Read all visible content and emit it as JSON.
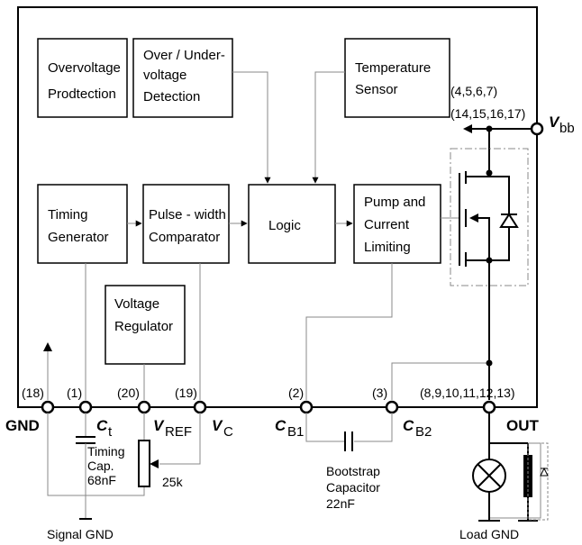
{
  "blocks": {
    "overvoltage": [
      "Overvoltage",
      "Prodtection"
    ],
    "over_under": [
      "Over / Under-",
      "voltage",
      "Detection"
    ],
    "temperature": [
      "Temperature",
      "Sensor"
    ],
    "timing": [
      "Timing",
      "Generator"
    ],
    "pulse": [
      "Pulse - width",
      "Comparator"
    ],
    "logic": "Logic",
    "pump": [
      "Pump and",
      "Current",
      "Limiting"
    ],
    "regulator": [
      "Voltage",
      "Regulator"
    ]
  },
  "pins": {
    "gnd_num": "(18)",
    "ct_num": "(1)",
    "vref_num": "(20)",
    "vc_num": "(19)",
    "cb1_num": "(2)",
    "cb2_num": "(3)",
    "out_num": "(8,9,10,11,12,13)",
    "vbb_num_1": "(4,5,6,7)",
    "vbb_num_2": "(14,15,16,17)"
  },
  "labels": {
    "gnd": "GND",
    "ct": "C",
    "ct_sub": "t",
    "vref": "V",
    "vref_sub": "REF",
    "vc": "V",
    "vc_sub": "C",
    "cb1": "C",
    "cb1_sub": "B1",
    "cb2": "C",
    "cb2_sub": "B2",
    "out": "OUT",
    "vbb": "V",
    "vbb_sub": "bb"
  },
  "components": {
    "timing_cap": [
      "Timing",
      "Cap.",
      "68nF"
    ],
    "pot": "25k",
    "bootstrap": [
      "Bootstrap",
      "Capacitor",
      "22nF"
    ],
    "signal_gnd": "Signal GND",
    "load_gnd": "Load GND"
  }
}
